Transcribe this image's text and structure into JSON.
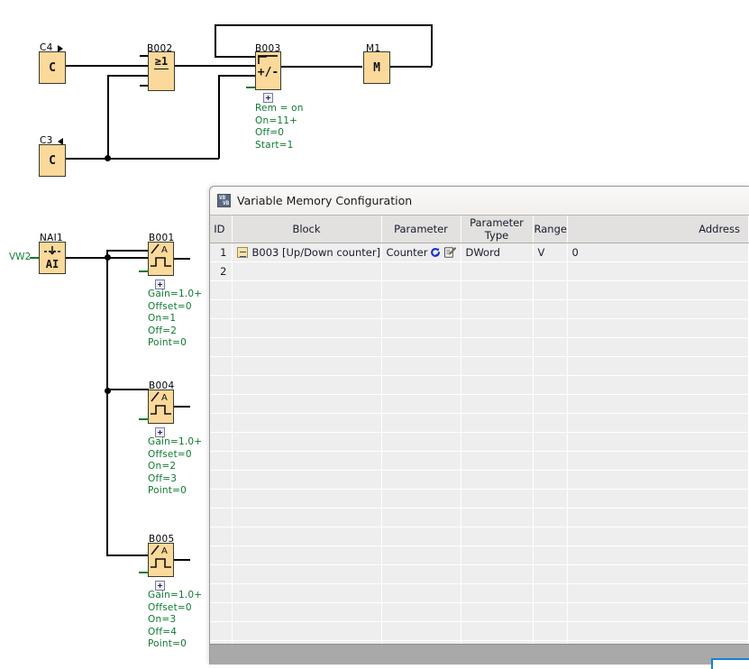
{
  "dialog": {
    "title": "Variable Memory Configuration",
    "icon": "vm-config-icon",
    "columns": [
      {
        "key": "id",
        "label": "ID"
      },
      {
        "key": "block",
        "label": "Block"
      },
      {
        "key": "parameter",
        "label": "Parameter"
      },
      {
        "key": "parameter_type",
        "label": "Parameter Type"
      },
      {
        "key": "range",
        "label": "Range"
      },
      {
        "key": "address",
        "label": "Address"
      }
    ],
    "rows": [
      {
        "id": "1",
        "block": "B003 [Up/Down counter]",
        "block_icon": "function-block-icon",
        "parameter": "Counter",
        "parameter_icons": [
          "refresh-icon",
          "edit-pencil-icon"
        ],
        "parameter_type": "DWord",
        "range": "V",
        "address": "0"
      },
      {
        "id": "2",
        "block": "",
        "parameter": "",
        "parameter_type": "",
        "range": "",
        "address": ""
      }
    ],
    "empty_row_count": 21
  },
  "diagram": {
    "blocks": [
      {
        "id": "c4",
        "name": "C4",
        "glyph": "C",
        "marker": "triangle-right"
      },
      {
        "id": "c3",
        "name": "C3",
        "glyph": "C",
        "marker": "triangle-left"
      },
      {
        "id": "b002",
        "name": "B002",
        "glyph": "≥1"
      },
      {
        "id": "b003",
        "name": "B003",
        "glyph": "+/-"
      },
      {
        "id": "m1",
        "name": "M1",
        "glyph": "M"
      },
      {
        "id": "nai1",
        "name": "NAI1",
        "glyph": "AI",
        "input_label": "VW2"
      },
      {
        "id": "b001",
        "name": "B001",
        "glyph": "analog-trigger"
      },
      {
        "id": "b004",
        "name": "B004",
        "glyph": "analog-trigger"
      },
      {
        "id": "b005",
        "name": "B005",
        "glyph": "analog-trigger"
      }
    ],
    "b003_params": [
      "Rem = on",
      "On=11+",
      "Off=0",
      "Start=1"
    ],
    "b001_params": [
      "Gain=1.0+",
      "Offset=0",
      "On=1",
      "Off=2",
      "Point=0"
    ],
    "b004_params": [
      "Gain=1.0+",
      "Offset=0",
      "On=2",
      "Off=3",
      "Point=0"
    ],
    "b005_params": [
      "Gain=1.0+",
      "Offset=0",
      "On=3",
      "Off=4",
      "Point=0"
    ]
  },
  "colors": {
    "block_fill": "#fbd99b",
    "param_text": "#0d7a30",
    "wire": "#000000",
    "header_bg": "#e2e1df",
    "row_bg": "#eeeeee",
    "accent": "#1a7fd4"
  }
}
